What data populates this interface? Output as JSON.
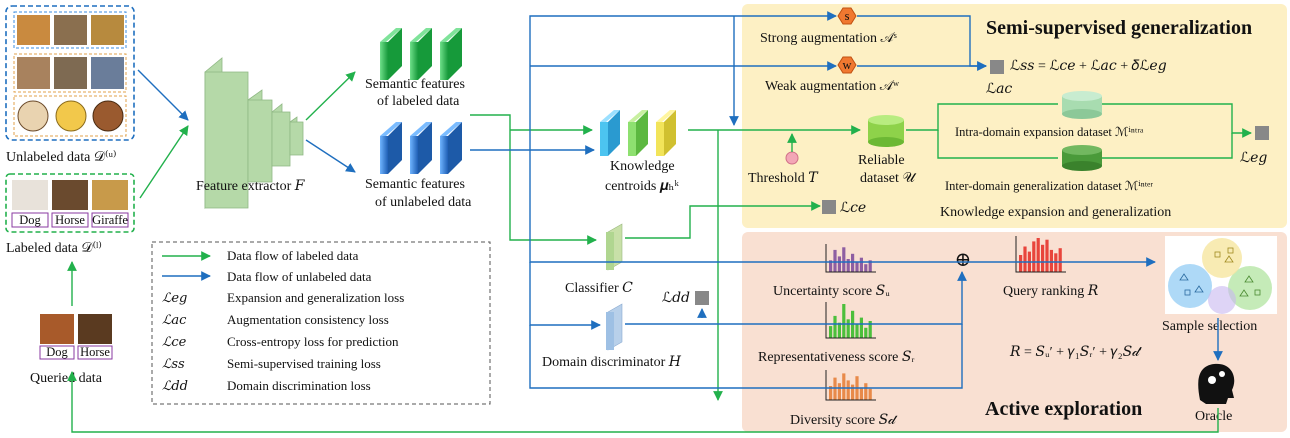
{
  "inputs": {
    "unlabeled_label": "Unlabeled data 𝒟⁽ᵘ⁾",
    "labeled_label": "Labeled data 𝒟⁽ˡ⁾",
    "labeled_tags": [
      "Dog",
      "Horse",
      "Giraffe"
    ],
    "queried_label": "Queried data",
    "queried_tags": [
      "Dog",
      "Horse"
    ]
  },
  "nodes": {
    "feature_extractor": "Feature extractor 𝐹",
    "semantic_labeled_1": "Semantic features",
    "semantic_labeled_2": "of labeled data",
    "semantic_unlabeled_1": "Semantic features",
    "semantic_unlabeled_2": "of unlabeled data",
    "centroids_1": "Knowledge",
    "centroids_2": "centroids 𝝁ₕᵏ",
    "classifier": "Classifier 𝐶",
    "discriminator": "Domain discriminator 𝐻",
    "threshold": "Threshold 𝑇",
    "reliable_1": "Reliable",
    "reliable_2": "dataset 𝒰",
    "strong_aug": "Strong augmentation 𝒜ˢ",
    "weak_aug": "Weak augmentation 𝒜ʷ",
    "strong_badge": "s",
    "weak_badge": "w",
    "intra": "Intra-domain expansion dataset ℳⁱⁿᵗʳᵃ",
    "inter": "Inter-domain generalization dataset ℳⁱⁿᵗᵉʳ",
    "uncertainty": "Uncertainty score 𝑆ᵤ",
    "representativeness": "Representativeness score 𝑆ᵣ",
    "diversity": "Diversity score 𝑆𝒹",
    "query_ranking": "Query ranking 𝑅",
    "sample_selection": "Sample selection",
    "oracle": "Oracle",
    "oplus": "⊕"
  },
  "losses": {
    "ac": "ℒ𝑎𝑐",
    "eg": "ℒ𝑒𝑔",
    "ce": "ℒ𝑐𝑒",
    "dd": "ℒ𝑑𝑑"
  },
  "panels": {
    "semi_title": "Semi-supervised generalization",
    "semi_equation": "ℒ𝑠𝑠 = ℒ𝑐𝑒 + ℒ𝑎𝑐 + 𝛿ℒ𝑒𝑔",
    "knowledge_caption": "Knowledge expansion and generalization",
    "active_title": "Active exploration",
    "ranking_equation": "𝑅 = 𝑆ᵤ′ + 𝛾₁𝑆ᵣ′ + 𝛾₂𝑆𝒹′"
  },
  "legend": {
    "items": [
      {
        "key": "",
        "text": "Data flow of labeled data"
      },
      {
        "key": "",
        "text": "Data flow of unlabeled data"
      },
      {
        "key": "ℒ𝑒𝑔",
        "text": "Expansion and generalization loss"
      },
      {
        "key": "ℒ𝑎𝑐",
        "text": "Augmentation consistency loss"
      },
      {
        "key": "ℒ𝑐𝑒",
        "text": "Cross-entropy loss for prediction"
      },
      {
        "key": "ℒ𝑠𝑠",
        "text": "Semi-supervised training loss"
      },
      {
        "key": "ℒ𝑑𝑑",
        "text": "Domain discrimination loss"
      }
    ]
  },
  "colors": {
    "labeled_flow": "#22b14c",
    "unlabeled_flow": "#1f6fbf",
    "semi_panel": "#fdf0c4",
    "active_panel": "#f9e0d2",
    "uncertainty_bars": "#8e5ea2",
    "representativeness_bars": "#4cbf3c",
    "diversity_bars": "#e88a4a",
    "ranking_bars": "#e8453c"
  },
  "histograms": {
    "uncertainty": [
      0.45,
      0.85,
      0.6,
      0.95,
      0.5,
      0.7,
      0.4,
      0.55,
      0.3,
      0.45
    ],
    "representativeness": [
      0.35,
      0.65,
      0.45,
      1.0,
      0.55,
      0.8,
      0.4,
      0.6,
      0.3,
      0.5
    ],
    "diversity": [
      0.5,
      0.8,
      0.6,
      0.95,
      0.7,
      0.55,
      0.85,
      0.45,
      0.6,
      0.4
    ],
    "ranking": [
      0.5,
      0.75,
      0.6,
      0.9,
      1.0,
      0.8,
      0.95,
      0.65,
      0.55,
      0.7
    ]
  }
}
